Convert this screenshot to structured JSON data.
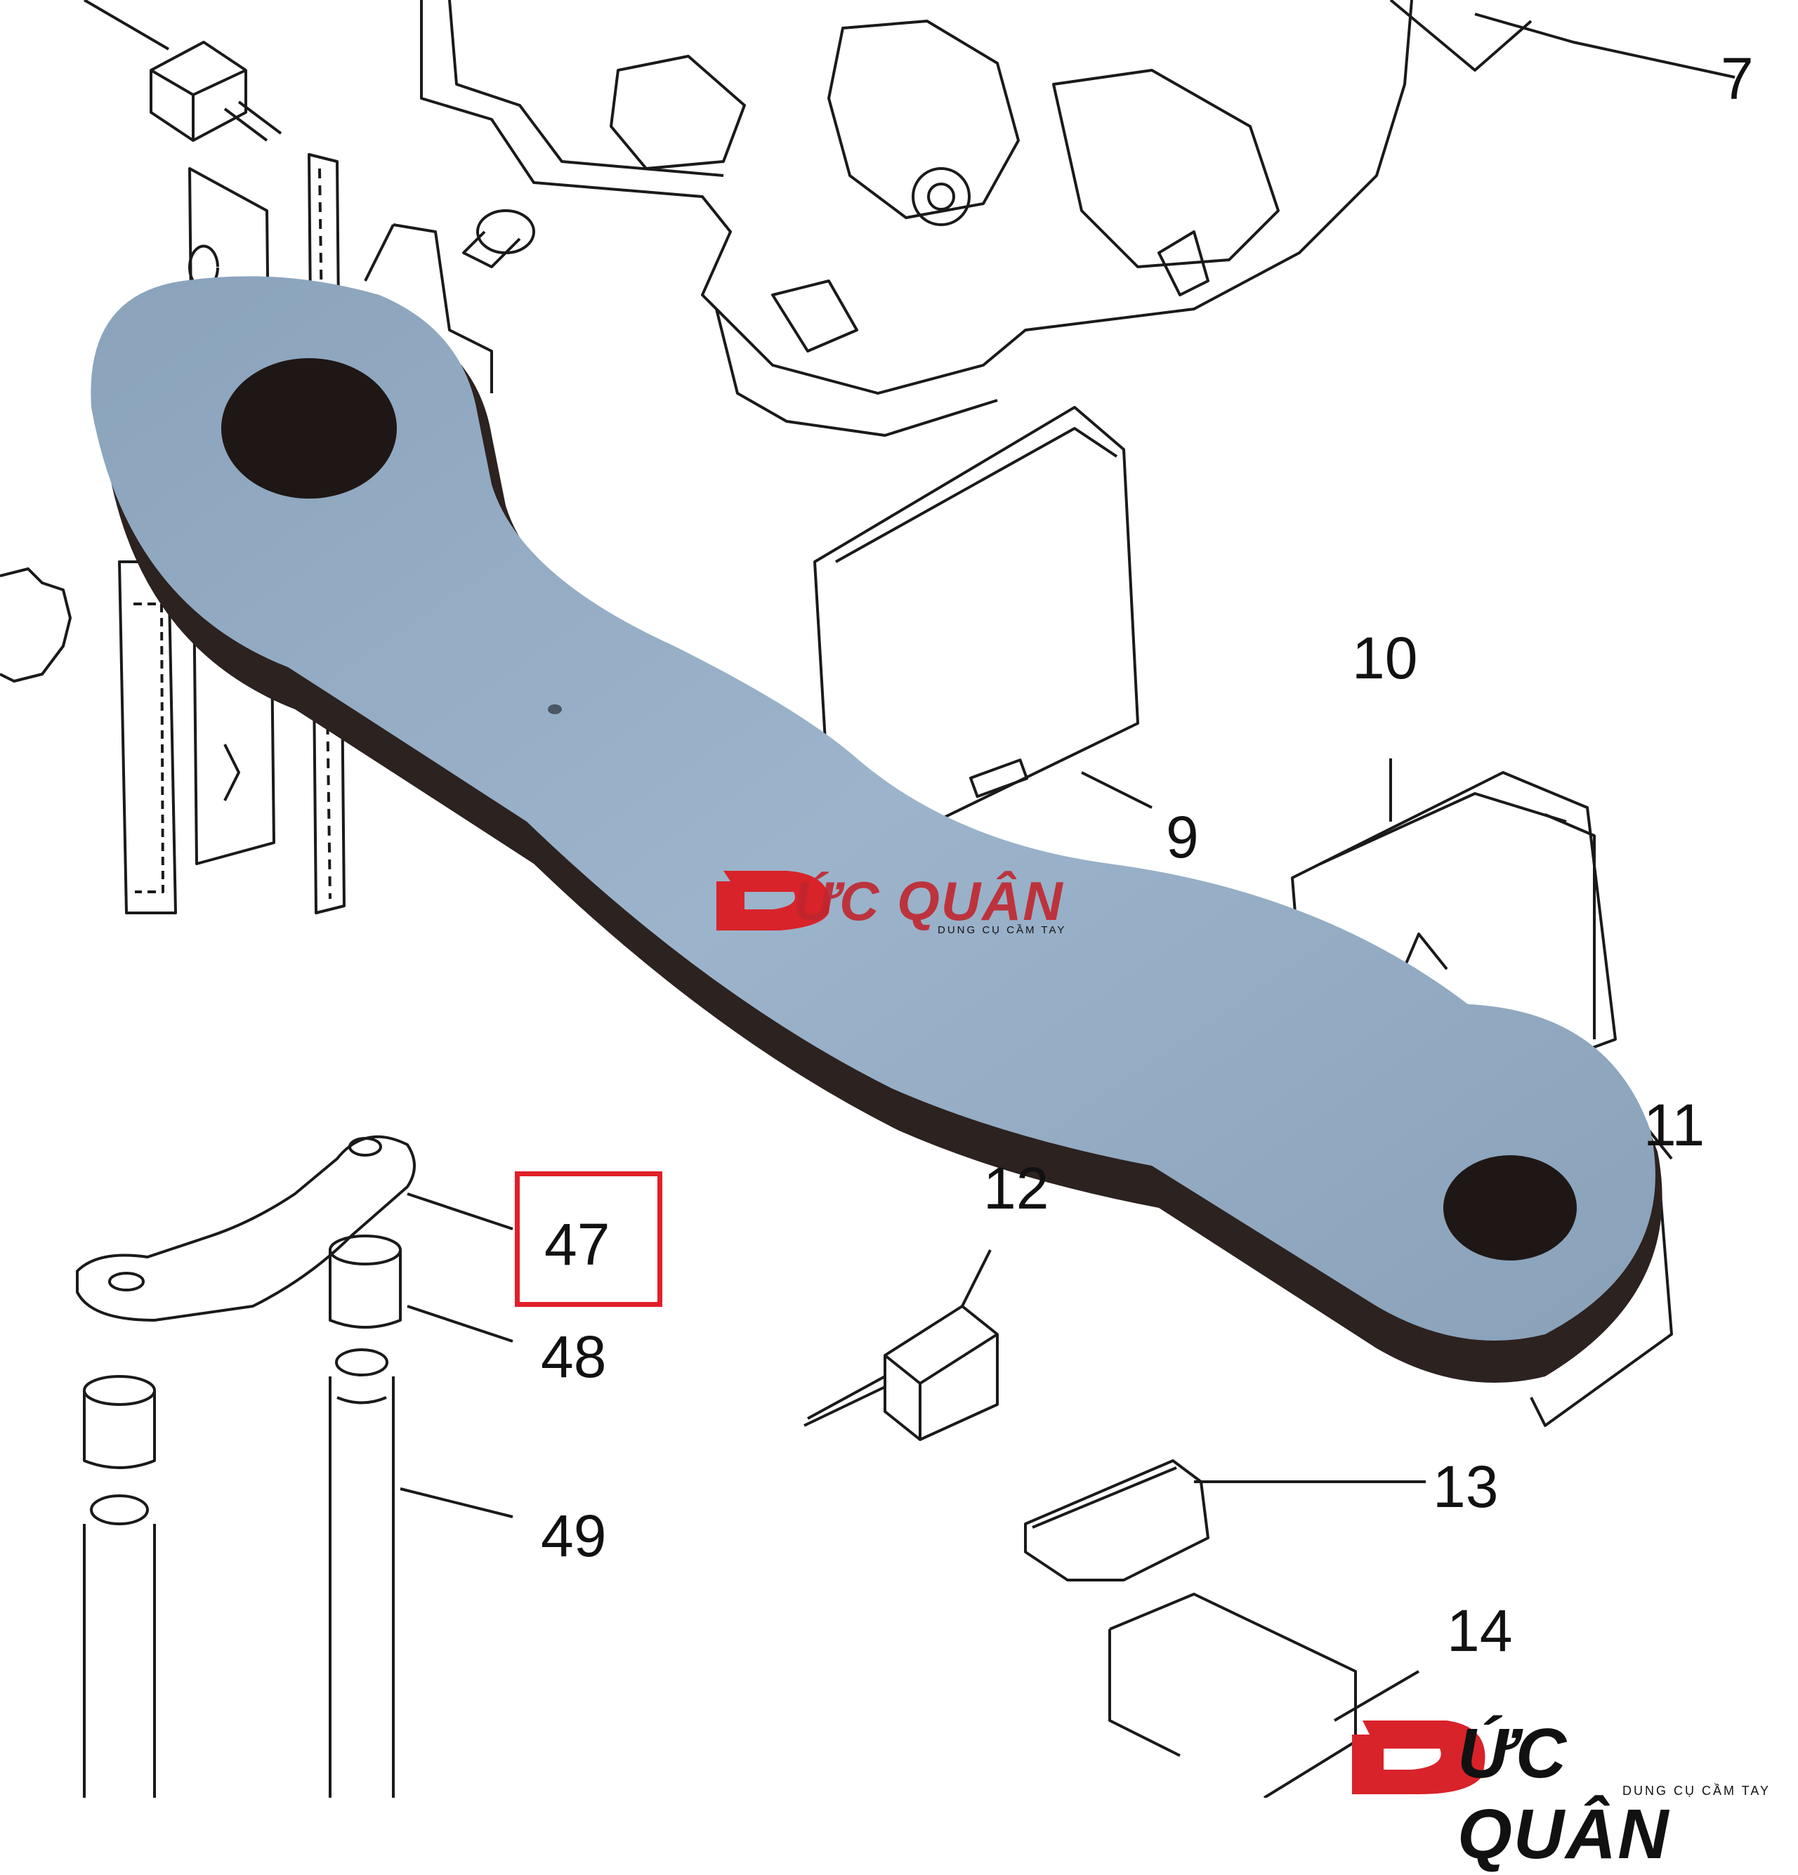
{
  "callouts": {
    "c7": "7",
    "c9": "9",
    "c10": "10",
    "c11": "11",
    "c12": "12",
    "c13": "13",
    "c14": "14",
    "c47": "47",
    "c48": "48",
    "c49": "49"
  },
  "highlighted_part": "47",
  "watermark": {
    "name_rest": "ỨC QUÂN",
    "tagline": "DUNG CỤ CẦM TAY"
  },
  "logo": {
    "name_rest": "ỨC QUÂN",
    "tagline": "DUNG CỤ CẦM TAY"
  },
  "colors": {
    "highlight": "#e0202a",
    "brand_red": "#d8232a",
    "link_arm": "#8fa6bd",
    "line_art": "#1a1a1a"
  }
}
